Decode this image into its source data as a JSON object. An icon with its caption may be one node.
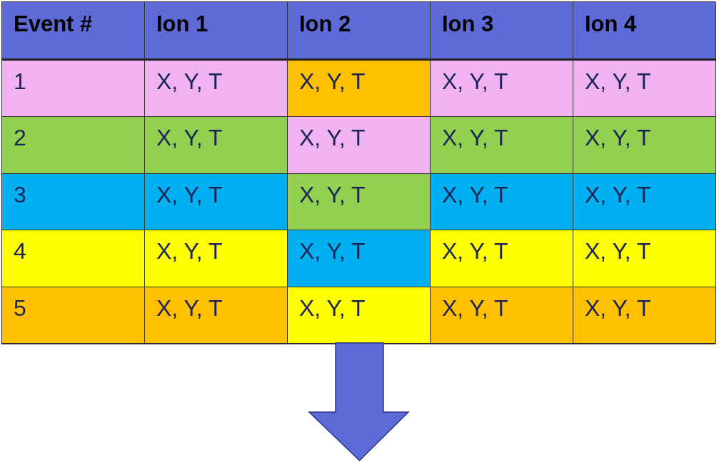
{
  "diagram": {
    "labels": [
      "Event #",
      "Ion 1",
      "Ion 2",
      "Ion 3",
      "Ion 4",
      "1",
      "X, Y, T",
      "X, Y, T",
      "X, Y, T",
      "X, Y, T",
      "2",
      "X, Y, T",
      "X, Y, T",
      "X, Y, T",
      "X, Y, T",
      "3",
      "X, Y, T",
      "X, Y, T",
      "X, Y, T",
      "X, Y, T",
      "4",
      "X, Y, T",
      "X, Y, T",
      "X, Y, T",
      "X, Y, T",
      "5",
      "X, Y, T",
      "X, Y, T",
      "X, Y, T",
      "X, Y, T"
    ]
  }
}
